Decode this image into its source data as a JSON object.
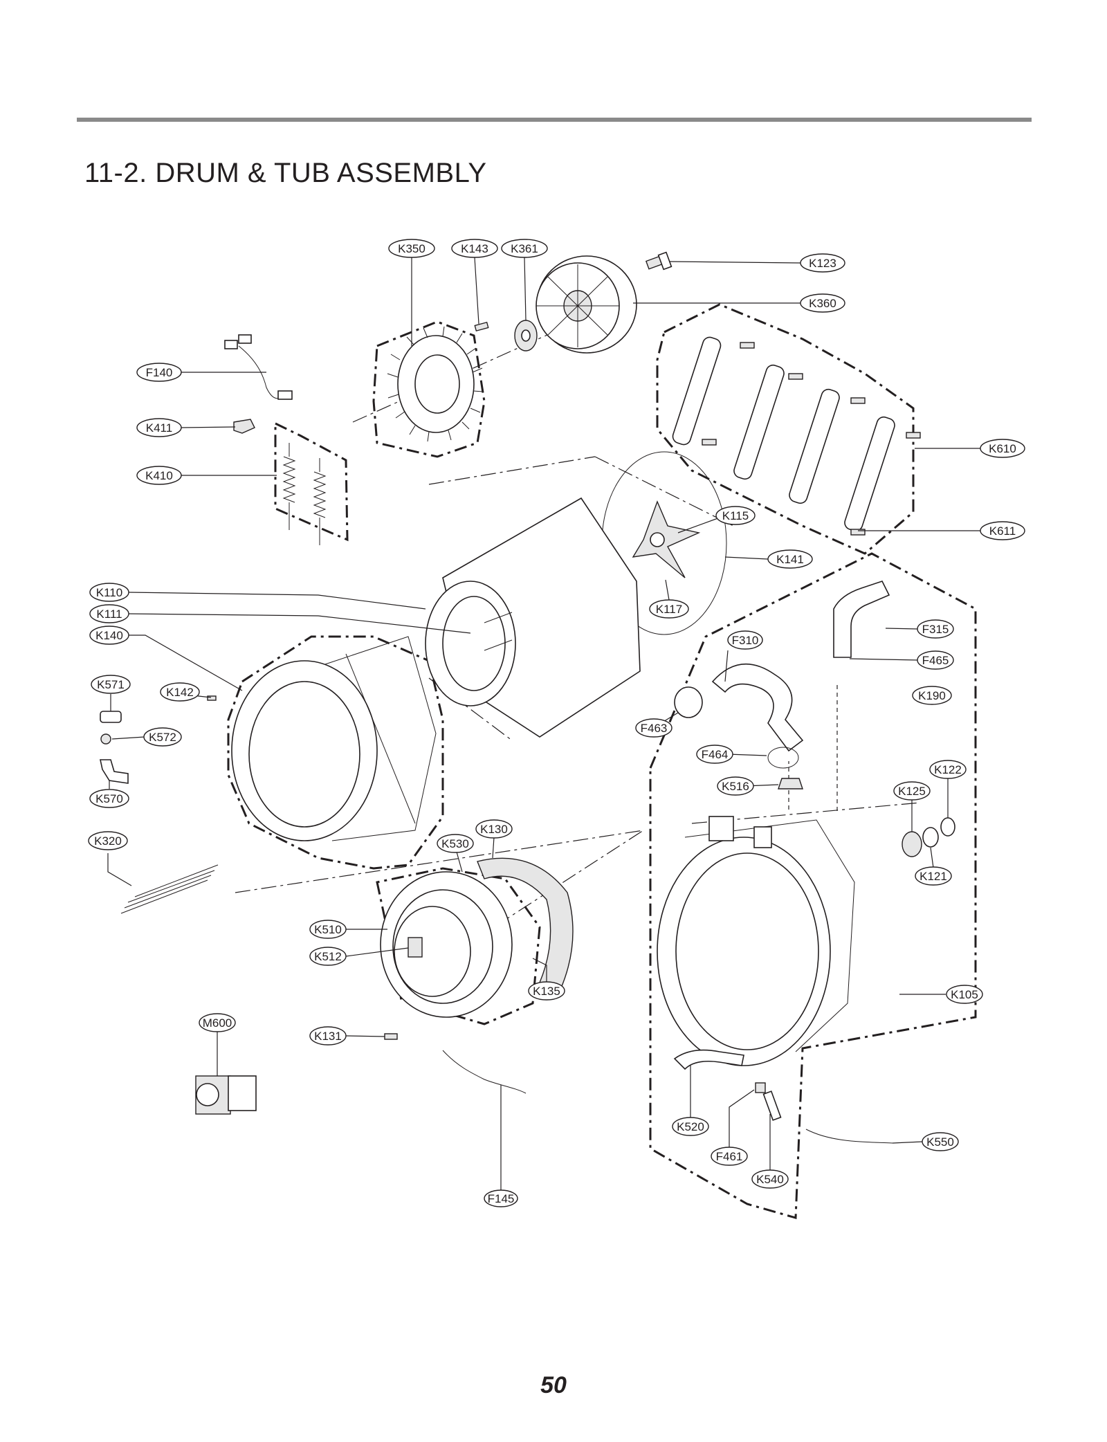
{
  "page": {
    "title": "11-2. DRUM & TUB ASSEMBLY",
    "page_number": "50"
  },
  "labels": [
    {
      "id": "K350",
      "text": "K350"
    },
    {
      "id": "K143",
      "text": "K143"
    },
    {
      "id": "K361",
      "text": "K361"
    },
    {
      "id": "K123",
      "text": "K123"
    },
    {
      "id": "K360",
      "text": "K360"
    },
    {
      "id": "F140",
      "text": "F140"
    },
    {
      "id": "K411",
      "text": "K411"
    },
    {
      "id": "K410",
      "text": "K410"
    },
    {
      "id": "K610",
      "text": "K610"
    },
    {
      "id": "K611",
      "text": "K611"
    },
    {
      "id": "K115",
      "text": "K115"
    },
    {
      "id": "K141",
      "text": "K141"
    },
    {
      "id": "K117",
      "text": "K117"
    },
    {
      "id": "K110",
      "text": "K110"
    },
    {
      "id": "K111",
      "text": "K111"
    },
    {
      "id": "K140",
      "text": "K140"
    },
    {
      "id": "K571",
      "text": "K571"
    },
    {
      "id": "K142",
      "text": "K142"
    },
    {
      "id": "K572",
      "text": "K572"
    },
    {
      "id": "K570",
      "text": "K570"
    },
    {
      "id": "K320",
      "text": "K320"
    },
    {
      "id": "F310",
      "text": "F310"
    },
    {
      "id": "F315",
      "text": "F315"
    },
    {
      "id": "F465",
      "text": "F465"
    },
    {
      "id": "K190",
      "text": "K190"
    },
    {
      "id": "F463",
      "text": "F463"
    },
    {
      "id": "F464",
      "text": "F464"
    },
    {
      "id": "K516",
      "text": "K516"
    },
    {
      "id": "K122",
      "text": "K122"
    },
    {
      "id": "K125",
      "text": "K125"
    },
    {
      "id": "K121",
      "text": "K121"
    },
    {
      "id": "K130",
      "text": "K130"
    },
    {
      "id": "K530",
      "text": "K530"
    },
    {
      "id": "K510",
      "text": "K510"
    },
    {
      "id": "K512",
      "text": "K512"
    },
    {
      "id": "K135",
      "text": "K135"
    },
    {
      "id": "K105",
      "text": "K105"
    },
    {
      "id": "M600",
      "text": "M600"
    },
    {
      "id": "K131",
      "text": "K131"
    },
    {
      "id": "K520",
      "text": "K520"
    },
    {
      "id": "F461",
      "text": "F461"
    },
    {
      "id": "K540",
      "text": "K540"
    },
    {
      "id": "K550",
      "text": "K550"
    },
    {
      "id": "F145",
      "text": "F145"
    }
  ]
}
